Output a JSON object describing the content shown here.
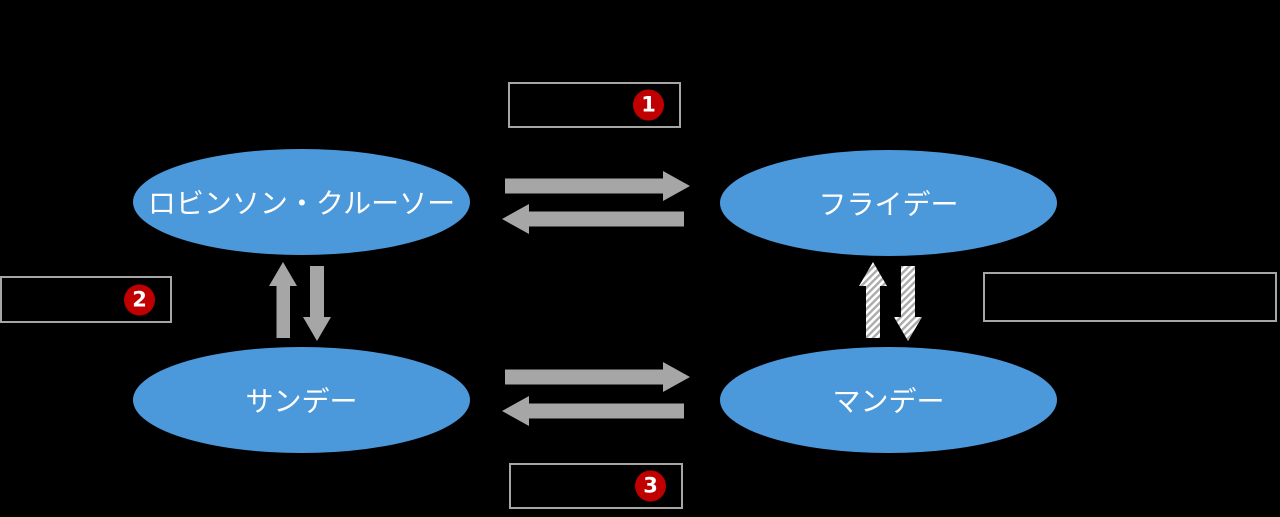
{
  "colors": {
    "background": "#000000",
    "node_fill": "#4B98DA",
    "node_text": "#FFFFFF",
    "arrow": "#A6A6A6",
    "box_border": "#A6A6A6",
    "badge_bg": "#C00000",
    "badge_text": "#FFFFFF",
    "hatch_bg": "#FFFFFF",
    "hatch_stripe": "#ABABAB"
  },
  "diagram": {
    "nodes": [
      {
        "id": "robinson-crusoe",
        "label": "ロビンソン・クルーソー"
      },
      {
        "id": "friday",
        "label": "フライデー"
      },
      {
        "id": "sunday",
        "label": "サンデー"
      },
      {
        "id": "monday",
        "label": "マンデー"
      }
    ],
    "callouts": [
      {
        "id": "callout-1",
        "number": "1"
      },
      {
        "id": "callout-2",
        "number": "2"
      },
      {
        "id": "callout-3",
        "number": "3"
      },
      {
        "id": "callout-right",
        "number": ""
      }
    ],
    "connectors": [
      {
        "id": "crusoe-to-friday",
        "style": "solid",
        "direction": "right"
      },
      {
        "id": "friday-to-crusoe",
        "style": "solid",
        "direction": "left"
      },
      {
        "id": "sunday-to-crusoe",
        "style": "solid",
        "direction": "up"
      },
      {
        "id": "crusoe-to-sunday",
        "style": "solid",
        "direction": "down"
      },
      {
        "id": "sunday-to-monday",
        "style": "solid",
        "direction": "right"
      },
      {
        "id": "monday-to-sunday",
        "style": "solid",
        "direction": "left"
      },
      {
        "id": "monday-to-friday",
        "style": "hatched",
        "direction": "up"
      },
      {
        "id": "friday-to-monday",
        "style": "hatched",
        "direction": "down"
      }
    ]
  }
}
